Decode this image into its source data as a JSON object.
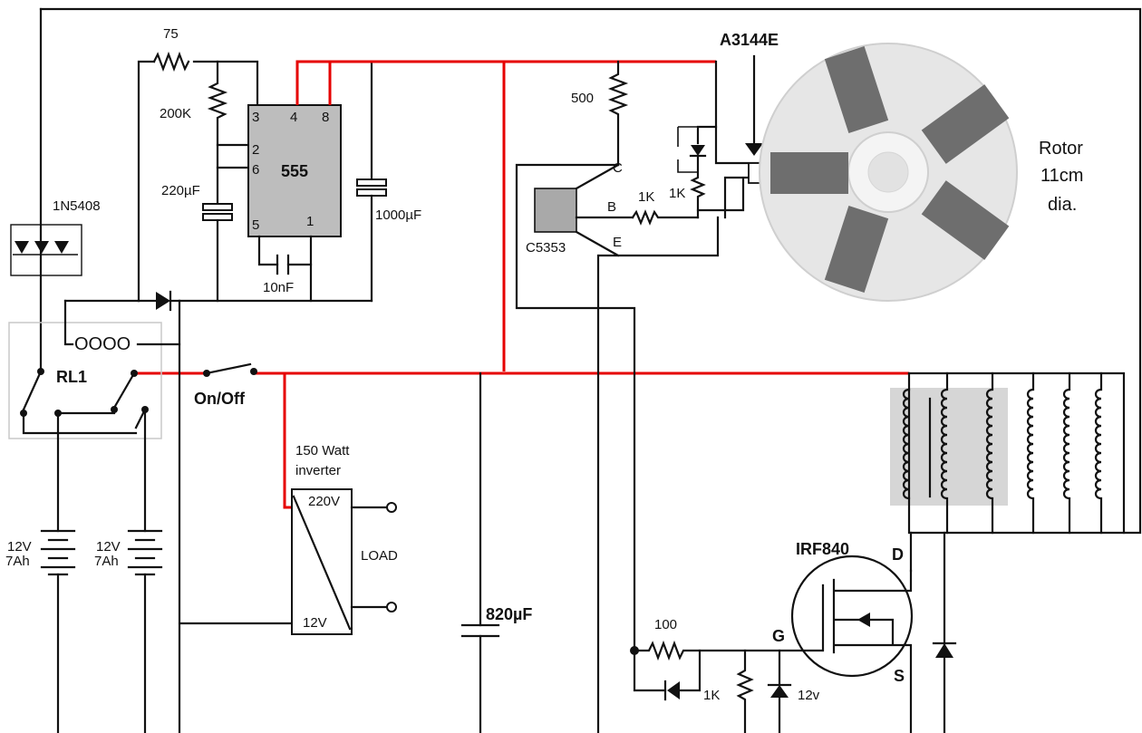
{
  "labels": {
    "r75": "75",
    "r200k": "200K",
    "c220": "220µF",
    "c1000": "1000µF",
    "c10n": "10nF",
    "ic": "555",
    "pin3": "3",
    "pin4": "4",
    "pin8": "8",
    "pin2": "2",
    "pin6": "6",
    "pin5": "5",
    "pin1": "1",
    "diode_bridge": "1N5408",
    "relay": "RL1",
    "switch": "On/Off",
    "bat1_v": "12V",
    "bat1_ah": "7Ah",
    "bat2_v": "12V",
    "bat2_ah": "7Ah",
    "inverter_1": "150 Watt",
    "inverter_2": "inverter",
    "inv_220": "220V",
    "inv_12": "12V",
    "load": "LOAD",
    "c820": "820µF",
    "r500": "500",
    "r1k_b": "1K",
    "r1k_hall": "1K",
    "transistor": "C5353",
    "pin_c": "C",
    "pin_b": "B",
    "pin_e": "E",
    "hall": "A3144E",
    "rotor_1": "Rotor",
    "rotor_2": "11cm",
    "rotor_3": "dia.",
    "mosfet": "IRF840",
    "pin_d": "D",
    "pin_g": "G",
    "pin_s": "S",
    "r100": "100",
    "r1k_gate": "1K",
    "zener": "12v"
  },
  "colors": {
    "wire": "#111111",
    "supply": "#e60000",
    "ic": "#bdbdbd",
    "rotor": "#e6e6e6",
    "magnet": "#6e6e6e"
  }
}
